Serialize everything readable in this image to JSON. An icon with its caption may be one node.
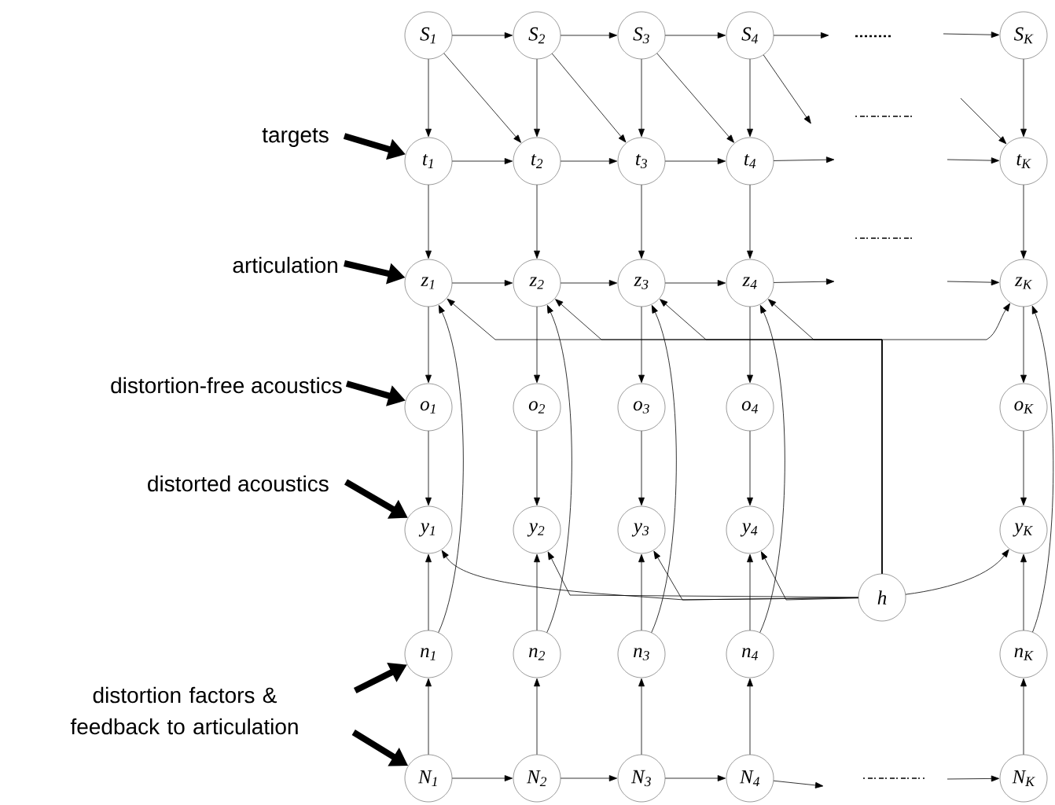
{
  "diagram": {
    "nodes": [
      {
        "text": [
          "targets"
        ]
      },
      {
        "text": [
          "articulation"
        ]
      },
      {
        "text": [
          "distortion-free acoustics"
        ]
      },
      {
        "text": [
          "distorted acoustics"
        ]
      },
      {
        "text": [
          "distortion factors & feedback to articulation"
        ]
      },
      {
        "text": [
          "S$_{1}$"
        ]
      },
      {
        "text": [
          "S$_{2}$"
        ]
      },
      {
        "text": [
          "S$_{3}$"
        ]
      },
      {
        "text": [
          "S$_{4}$"
        ]
      },
      {
        "text": [
          "S$_{K}$"
        ]
      },
      {
        "text": [
          "t$_{1}$"
        ]
      },
      {
        "text": [
          "t$_{2}$"
        ]
      },
      {
        "text": [
          "t$_{3}$"
        ]
      },
      {
        "text": [
          "t$_{4}$"
        ]
      },
      {
        "text": [
          "t$_{K}$"
        ]
      },
      {
        "text": [
          "z$_{1}$"
        ]
      },
      {
        "text": [
          "z$_{2}$"
        ]
      },
      {
        "text": [
          "z$_{3}$"
        ]
      },
      {
        "text": [
          "z$_{4}$"
        ]
      },
      {
        "text": [
          "z$_{K}$"
        ]
      },
      {
        "text": [
          "o$_{1}$"
        ]
      },
      {
        "text": [
          "o$_{2}$"
        ]
      },
      {
        "text": [
          "o$_{3}$"
        ]
      },
      {
        "text": [
          "o$_{4}$"
        ]
      },
      {
        "text": [
          "o$_{K}$"
        ]
      },
      {
        "text": [
          "y$_{1}$"
        ]
      },
      {
        "text": [
          "y$_{2}$"
        ]
      },
      {
        "text": [
          "y$_{3}$"
        ]
      },
      {
        "text": [
          "y$_{4}$"
        ]
      },
      {
        "text": [
          "y$_{K}$"
        ]
      },
      {
        "text": [
          "n$_{1}$"
        ]
      },
      {
        "text": [
          "n$_{2}$"
        ]
      },
      {
        "text": [
          "n$_{3}$"
        ]
      },
      {
        "text": [
          "n$_{4}$"
        ]
      },
      {
        "text": [
          "n$_{K}$"
        ]
      },
      {
        "text": [
          "N$_{1}$"
        ]
      },
      {
        "text": [
          "N$_{2}$"
        ]
      },
      {
        "text": [
          "N$_{3}$"
        ]
      },
      {
        "text": [
          "N$_{4}$"
        ]
      },
      {
        "text": [
          "N$_{K}$"
        ]
      },
      {
        "text": [
          "h"
        ]
      }
    ],
    "edges": [
      {
        "from": 0,
        "to": 10,
        "arrow": "to",
        "style": "thick"
      },
      {
        "from": 1,
        "to": 15,
        "arrow": "to",
        "style": "thick"
      },
      {
        "from": 2,
        "to": 20,
        "arrow": "to",
        "style": "thick"
      },
      {
        "from": 3,
        "to": 25,
        "arrow": "to",
        "style": "thick"
      },
      {
        "from": 4,
        "to": 30,
        "arrow": "to",
        "style": "thick"
      },
      {
        "from": 4,
        "to": 35,
        "arrow": "to",
        "style": "thick"
      },
      {
        "from": 5,
        "to": 6,
        "arrow": "to"
      },
      {
        "from": 6,
        "to": 7,
        "arrow": "to"
      },
      {
        "from": 7,
        "to": 8,
        "arrow": "to"
      },
      {
        "from": 8,
        "to": null,
        "arrow": "to"
      },
      {
        "from": null,
        "to": 9,
        "arrow": "to"
      },
      {
        "from": 5,
        "to": 11,
        "arrow": "to"
      },
      {
        "from": 6,
        "to": 12,
        "arrow": "to"
      },
      {
        "from": 7,
        "to": 13,
        "arrow": "to"
      },
      {
        "from": 8,
        "to": null,
        "arrow": "to"
      },
      {
        "from": null,
        "to": 14,
        "arrow": "to"
      },
      {
        "from": 5,
        "to": 10,
        "arrow": "to"
      },
      {
        "from": 6,
        "to": 11,
        "arrow": "to"
      },
      {
        "from": 7,
        "to": 12,
        "arrow": "to"
      },
      {
        "from": 8,
        "to": 13,
        "arrow": "to"
      },
      {
        "from": 9,
        "to": 14,
        "arrow": "to"
      },
      {
        "from": 10,
        "to": 11,
        "arrow": "to"
      },
      {
        "from": 11,
        "to": 12,
        "arrow": "to"
      },
      {
        "from": 12,
        "to": 13,
        "arrow": "to"
      },
      {
        "from": 13,
        "to": null,
        "arrow": "to"
      },
      {
        "from": null,
        "to": 14,
        "arrow": "to"
      },
      {
        "from": 10,
        "to": 15,
        "arrow": "to"
      },
      {
        "from": 11,
        "to": 16,
        "arrow": "to"
      },
      {
        "from": 12,
        "to": 17,
        "arrow": "to"
      },
      {
        "from": 13,
        "to": 18,
        "arrow": "to"
      },
      {
        "from": 14,
        "to": 19,
        "arrow": "to"
      },
      {
        "from": 15,
        "to": 16,
        "arrow": "to"
      },
      {
        "from": 16,
        "to": 17,
        "arrow": "to"
      },
      {
        "from": 17,
        "to": 18,
        "arrow": "to"
      },
      {
        "from": 18,
        "to": null,
        "arrow": "to"
      },
      {
        "from": null,
        "to": 19,
        "arrow": "to"
      },
      {
        "from": 15,
        "to": 20,
        "arrow": "to"
      },
      {
        "from": 16,
        "to": 21,
        "arrow": "to"
      },
      {
        "from": 17,
        "to": 22,
        "arrow": "to"
      },
      {
        "from": 18,
        "to": 23,
        "arrow": "to"
      },
      {
        "from": 19,
        "to": 24,
        "arrow": "to"
      },
      {
        "from": 20,
        "to": 25,
        "arrow": "to"
      },
      {
        "from": 21,
        "to": 26,
        "arrow": "to"
      },
      {
        "from": 22,
        "to": 27,
        "arrow": "to"
      },
      {
        "from": 23,
        "to": 28,
        "arrow": "to"
      },
      {
        "from": 24,
        "to": 29,
        "arrow": "to"
      },
      {
        "from": 30,
        "to": 25,
        "arrow": "to"
      },
      {
        "from": 31,
        "to": 26,
        "arrow": "to"
      },
      {
        "from": 32,
        "to": 27,
        "arrow": "to"
      },
      {
        "from": 33,
        "to": 28,
        "arrow": "to"
      },
      {
        "from": 34,
        "to": 29,
        "arrow": "to"
      },
      {
        "from": 35,
        "to": 30,
        "arrow": "to"
      },
      {
        "from": 36,
        "to": 31,
        "arrow": "to"
      },
      {
        "from": 37,
        "to": 32,
        "arrow": "to"
      },
      {
        "from": 38,
        "to": 33,
        "arrow": "to"
      },
      {
        "from": 39,
        "to": 34,
        "arrow": "to"
      },
      {
        "from": 35,
        "to": 36,
        "arrow": "to"
      },
      {
        "from": 36,
        "to": 37,
        "arrow": "to"
      },
      {
        "from": 37,
        "to": 38,
        "arrow": "to"
      },
      {
        "from": 38,
        "to": null,
        "arrow": "to"
      },
      {
        "from": null,
        "to": 39,
        "arrow": "to"
      },
      {
        "from": 30,
        "to": 15,
        "arrow": "to"
      },
      {
        "from": 31,
        "to": 16,
        "arrow": "to"
      },
      {
        "from": 32,
        "to": 17,
        "arrow": "to"
      },
      {
        "from": 33,
        "to": 18,
        "arrow": "to"
      },
      {
        "from": 34,
        "to": 19,
        "arrow": "to"
      },
      {
        "from": 40,
        "to": 15,
        "arrow": "to"
      },
      {
        "from": 40,
        "to": 16,
        "arrow": "to"
      },
      {
        "from": 40,
        "to": 17,
        "arrow": "to"
      },
      {
        "from": 40,
        "to": 18,
        "arrow": "to"
      },
      {
        "from": 40,
        "to": 19,
        "arrow": "to"
      },
      {
        "from": 40,
        "to": 25,
        "arrow": "to"
      },
      {
        "from": 40,
        "to": 26,
        "arrow": "to"
      },
      {
        "from": 40,
        "to": 27,
        "arrow": "to"
      },
      {
        "from": 40,
        "to": 28,
        "arrow": "to"
      },
      {
        "from": 40,
        "to": 29,
        "arrow": "to"
      }
    ]
  }
}
